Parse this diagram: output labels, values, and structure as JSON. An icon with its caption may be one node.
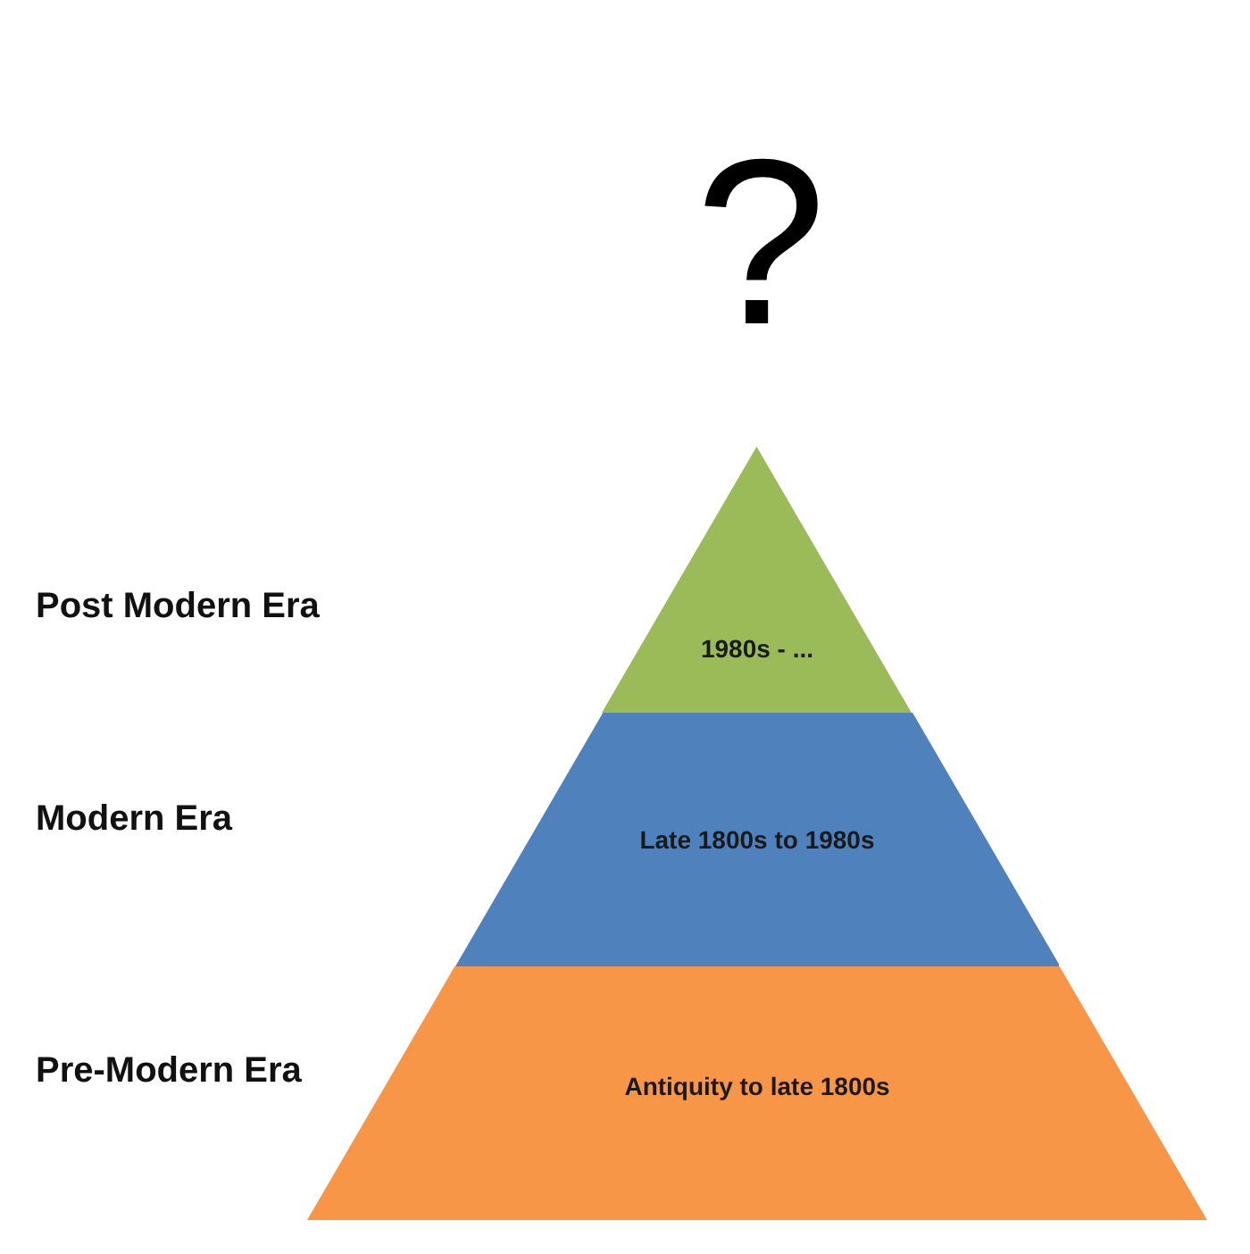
{
  "diagram": {
    "nodes": [
      {
        "text": [
          "1980s - ..."
        ]
      },
      {
        "text": [
          "Late 1800s to 1980s"
        ]
      },
      {
        "text": [
          "Antiquity to late 1800s"
        ]
      }
    ],
    "labels": [
      "?",
      "Post Modern Era",
      "Modern Era",
      "Pre-Modern Era"
    ]
  }
}
